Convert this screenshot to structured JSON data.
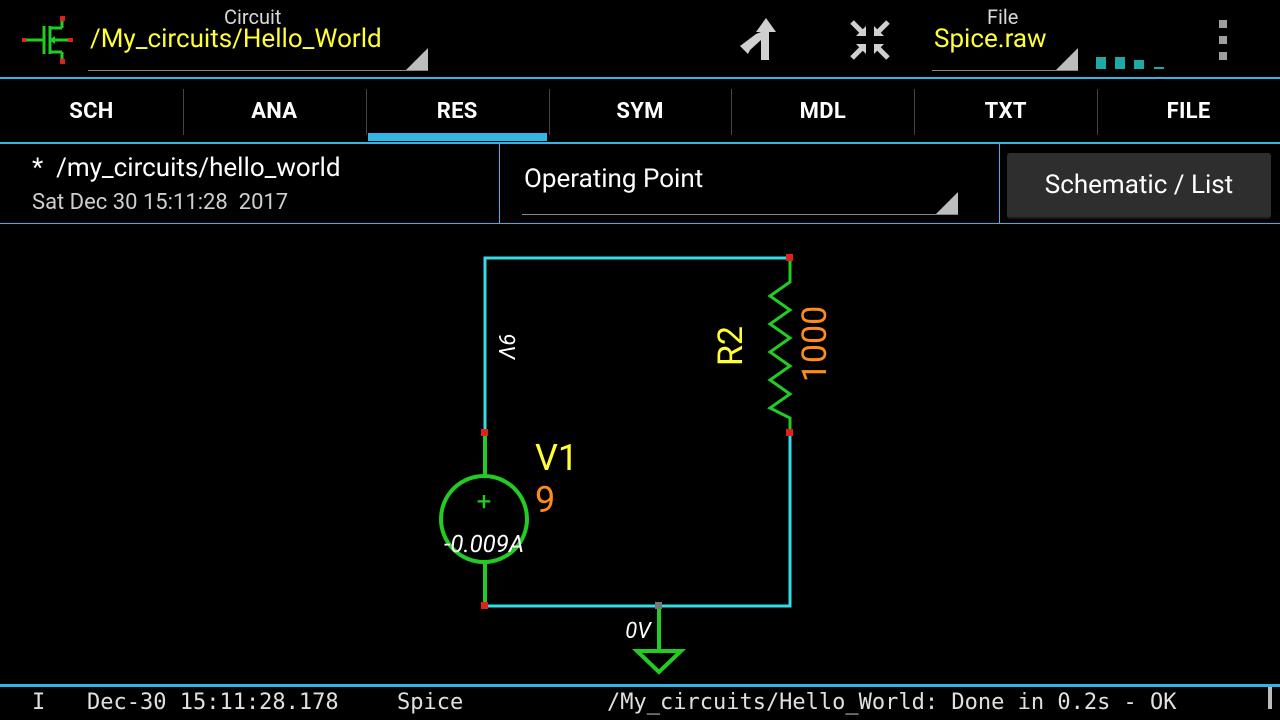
{
  "actionbar": {
    "circuit_caption": "Circuit",
    "circuit_path": "/My_circuits/Hello_World",
    "file_caption": "File",
    "file_name": "Spice.raw",
    "icons": [
      "app-logo-icon",
      "route-arrow-icon",
      "fit-to-screen-icon",
      "signal-bars-icon",
      "overflow-menu-icon"
    ]
  },
  "tabs": [
    {
      "label": "SCH",
      "selected": false
    },
    {
      "label": "ANA",
      "selected": false
    },
    {
      "label": "RES",
      "selected": true
    },
    {
      "label": "SYM",
      "selected": false
    },
    {
      "label": "MDL",
      "selected": false
    },
    {
      "label": "TXT",
      "selected": false
    },
    {
      "label": "FILE",
      "selected": false
    }
  ],
  "info": {
    "name": "*  /my_circuits/hello_world",
    "date": "Sat Dec 30 15:11:28  2017",
    "analysis": "Operating Point",
    "view_button": "Schematic / List"
  },
  "schematic": {
    "node_top_voltage": "9V",
    "node_bottom_voltage": "0V",
    "r2_name": "R2",
    "r2_value": "1000",
    "v1_name": "V1",
    "v1_value": "9",
    "v1_current": "-0.009A",
    "v1_plus": "+"
  },
  "statusbar": {
    "level": "I",
    "timestamp": "Dec-30 15:11:28.178",
    "source": "Spice",
    "message": "/My_circuits/Hello_World: Done in 0.2s - OK"
  },
  "colors": {
    "accent": "#33b5e5",
    "label_yellow": "#ffff33",
    "value_orange": "#ff8c1a",
    "wire_cyan": "#33dde6",
    "component_green": "#22cc22",
    "pin_red": "#e02020"
  }
}
